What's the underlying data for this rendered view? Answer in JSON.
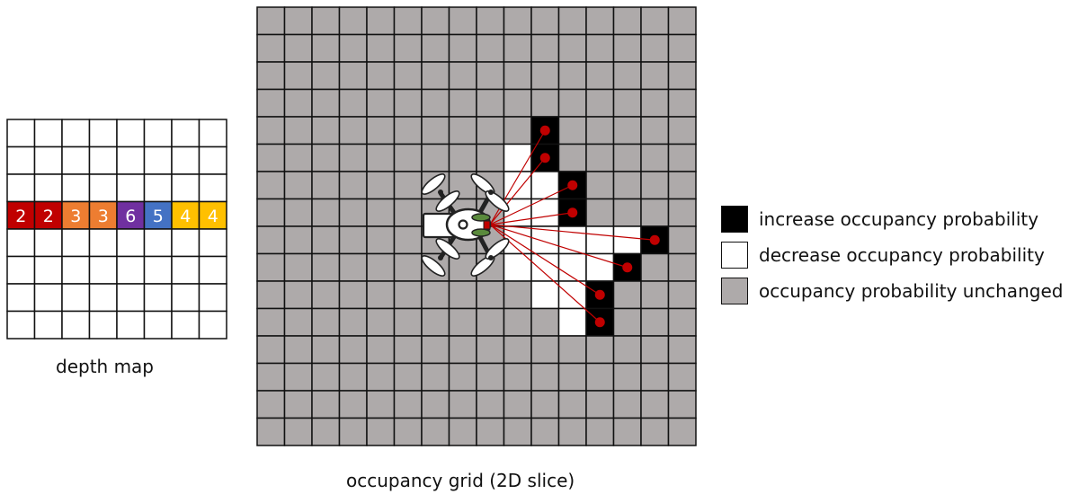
{
  "depth_map": {
    "caption": "depth map",
    "rows": 8,
    "cols": 8,
    "highlight_row": 3,
    "values": [
      "2",
      "2",
      "3",
      "3",
      "6",
      "5",
      "4",
      "4"
    ],
    "value_colors": [
      "#c00000",
      "#c00000",
      "#ed7d31",
      "#ed7d31",
      "#7030a0",
      "#4472c4",
      "#ffc000",
      "#ffc000"
    ]
  },
  "occupancy_grid": {
    "caption": "occupancy grid (2D slice)",
    "rows": 16,
    "cols": 16,
    "colors": {
      "unchanged": "#aeaaaa",
      "increase": "#000000",
      "decrease": "#ffffff",
      "hit_marker": "#c00000",
      "ray": "#c00000"
    },
    "occupied_cells": [
      [
        4,
        10
      ],
      [
        5,
        10
      ],
      [
        6,
        11
      ],
      [
        7,
        11
      ],
      [
        8,
        14
      ],
      [
        9,
        13
      ],
      [
        10,
        12
      ],
      [
        11,
        12
      ]
    ],
    "free_cells": [
      [
        5,
        9
      ],
      [
        6,
        9
      ],
      [
        6,
        10
      ],
      [
        7,
        9
      ],
      [
        7,
        10
      ],
      [
        8,
        9
      ],
      [
        8,
        10
      ],
      [
        8,
        11
      ],
      [
        8,
        12
      ],
      [
        8,
        13
      ],
      [
        9,
        9
      ],
      [
        9,
        10
      ],
      [
        9,
        11
      ],
      [
        9,
        12
      ],
      [
        10,
        10
      ],
      [
        10,
        11
      ],
      [
        11,
        11
      ]
    ],
    "drone_icon": "drone-icon"
  },
  "legend": {
    "items": [
      {
        "label": "increase occupancy probability",
        "color": "#000000"
      },
      {
        "label": "decrease occupancy probability",
        "color": "#ffffff"
      },
      {
        "label": "occupancy probability unchanged",
        "color": "#aeaaaa"
      }
    ]
  }
}
